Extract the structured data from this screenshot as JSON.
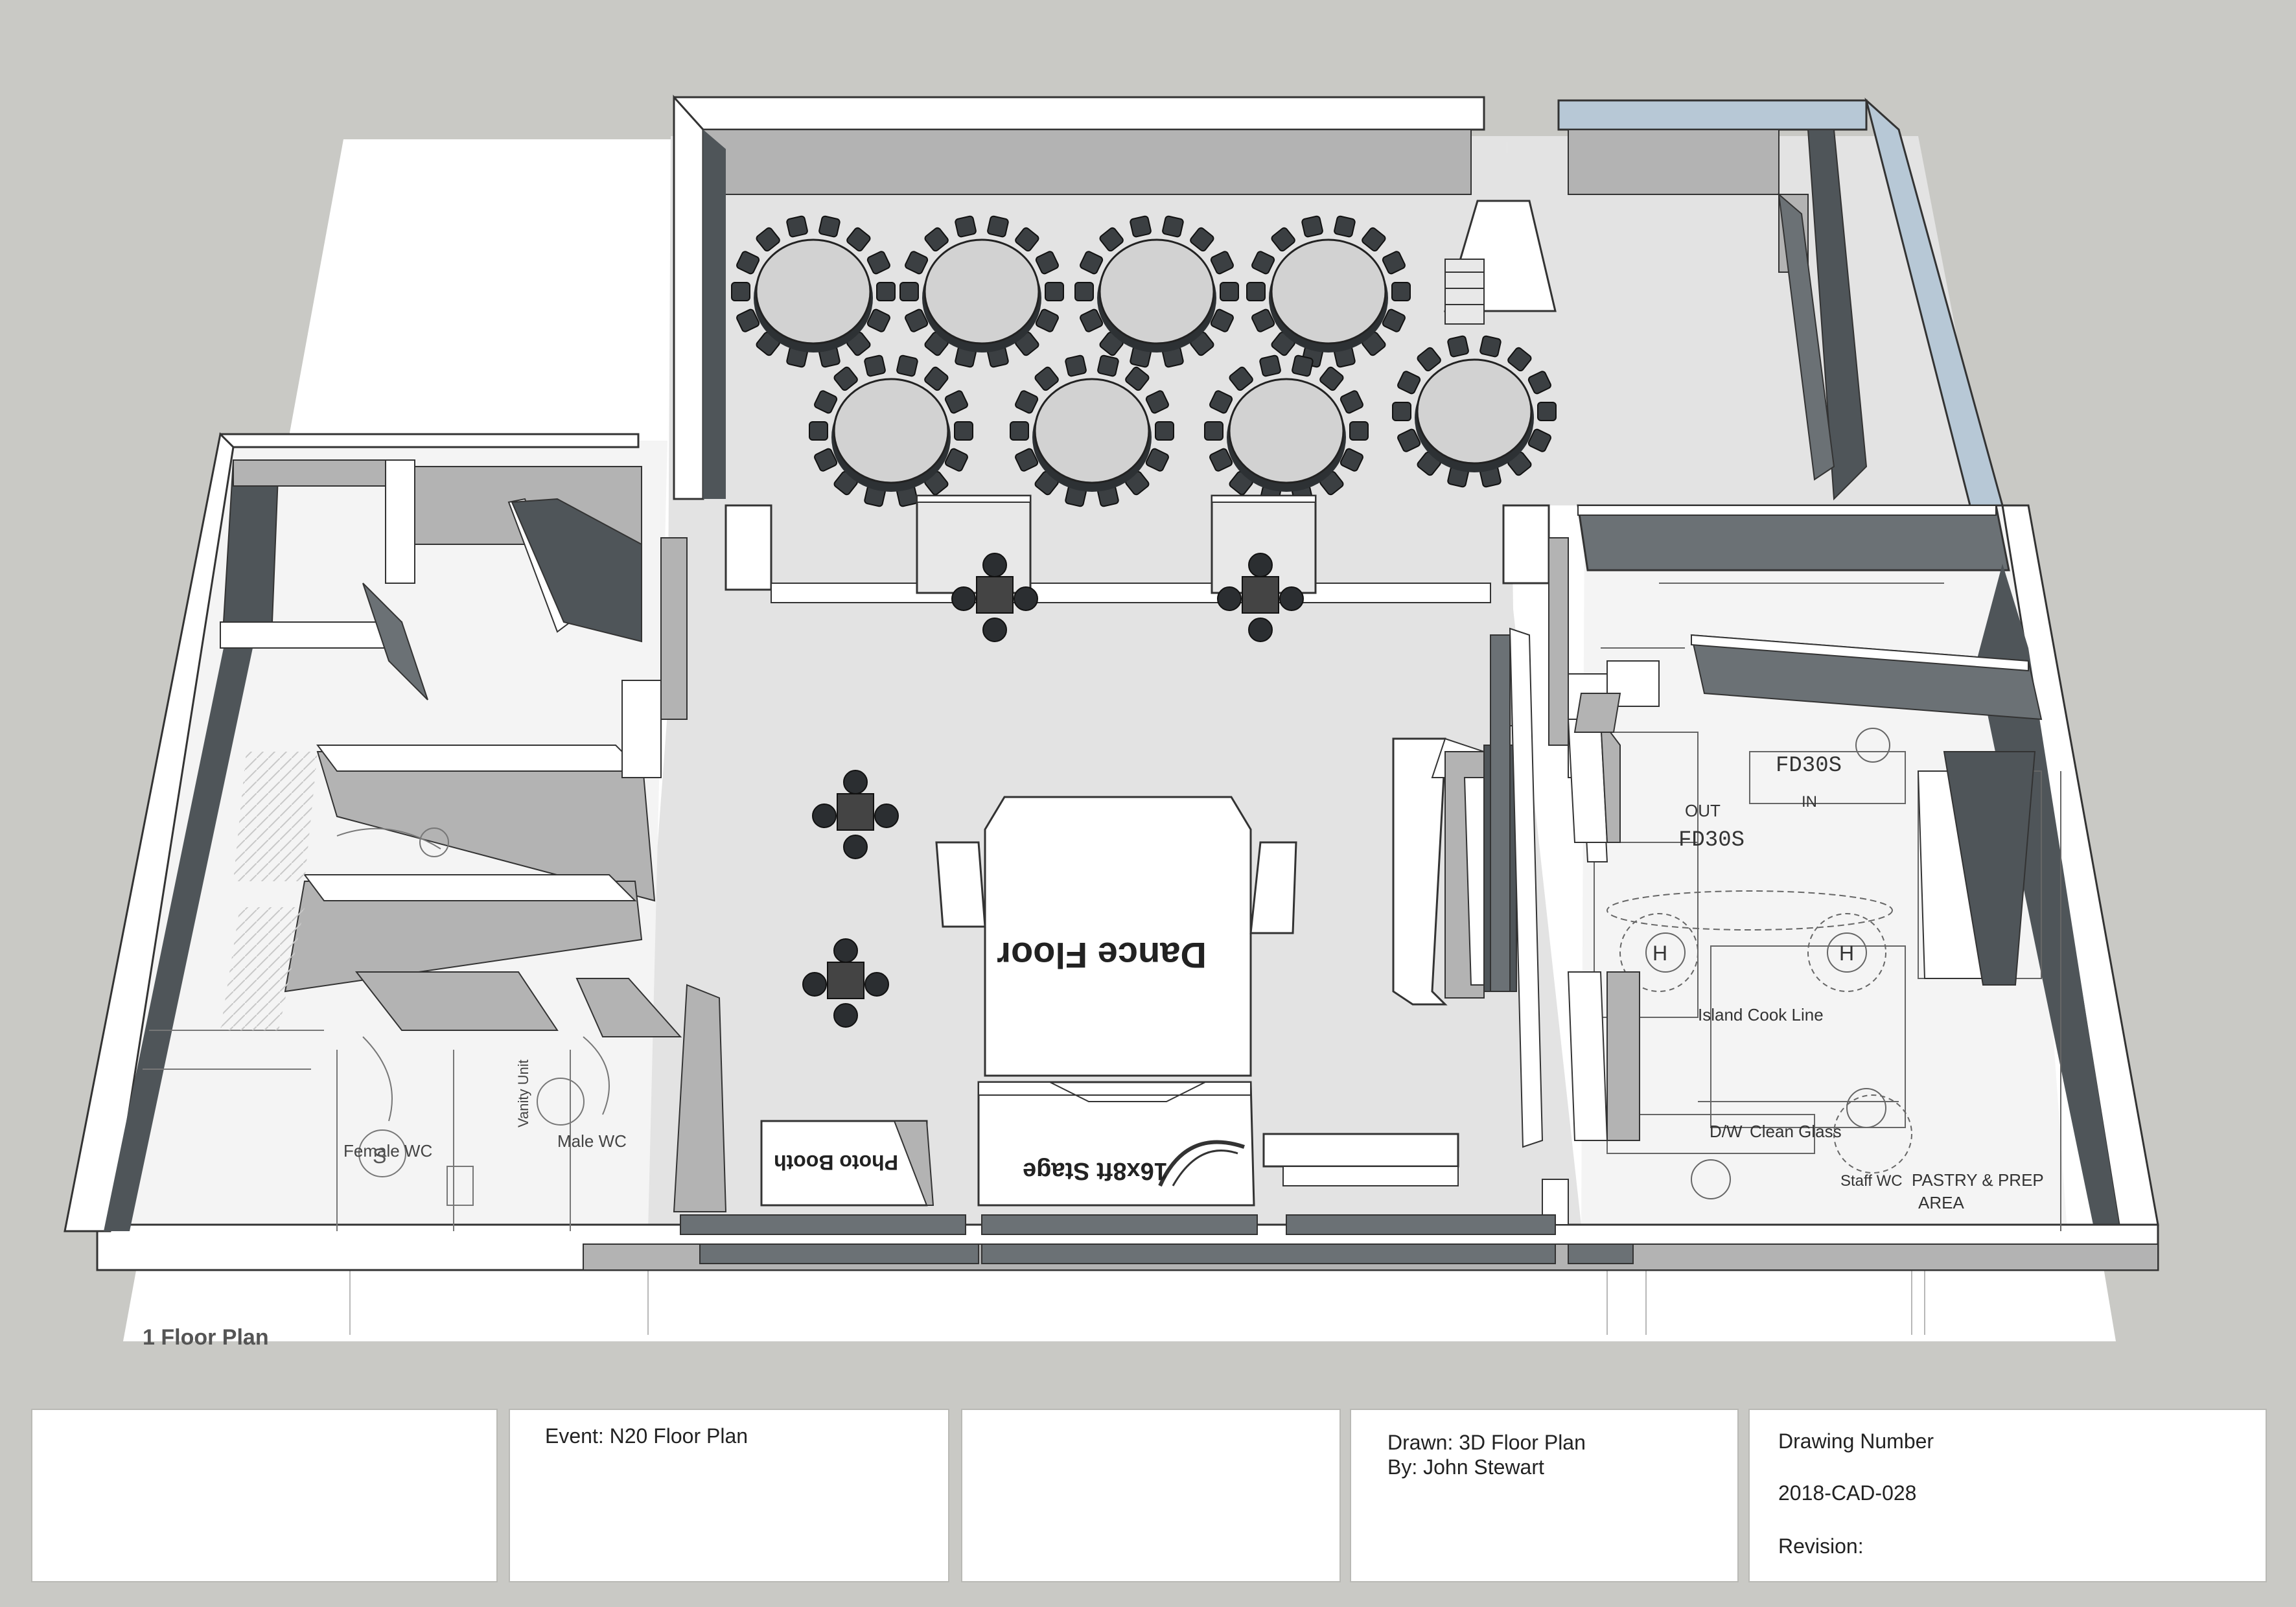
{
  "labels": {
    "dance_floor": "Dance Floor",
    "stage": "16x8ft Stage",
    "photo_booth": "Photo Booth",
    "female_wc": "Female WC",
    "male_wc": "Male WC",
    "vanity_unit": "Vanity Unit",
    "island_cook_line": "Island Cook Line",
    "pastry_prep_1": "PASTRY & PREP",
    "pastry_prep_2": "AREA",
    "clean_glass": "Clean Glass",
    "dw": "D/W",
    "staff_wc": "Staff WC",
    "fd30s_1": "FD30S",
    "fd30s_2": "FD30S",
    "out": "OUT",
    "in": "IN",
    "h1": "H",
    "h2": "H",
    "s_symbol": "S",
    "floor_plan_caption": "1 Floor Plan"
  },
  "title_block": {
    "event_label": "Event:  N20 Floor Plan",
    "drawn_label": "Drawn: 3D Floor Plan",
    "by_label": "By: John Stewart",
    "drawing_number_label": "Drawing Number",
    "drawing_number": "2018-CAD-028",
    "revision_label": "Revision:"
  },
  "colors": {
    "background": "#c9c9c5",
    "floor": "#e3e3e3",
    "wall_top": "#ffffff",
    "wall_dark": "#4f5559",
    "wall_light": "#b3b3b3",
    "glass": "#b7c8d6"
  }
}
